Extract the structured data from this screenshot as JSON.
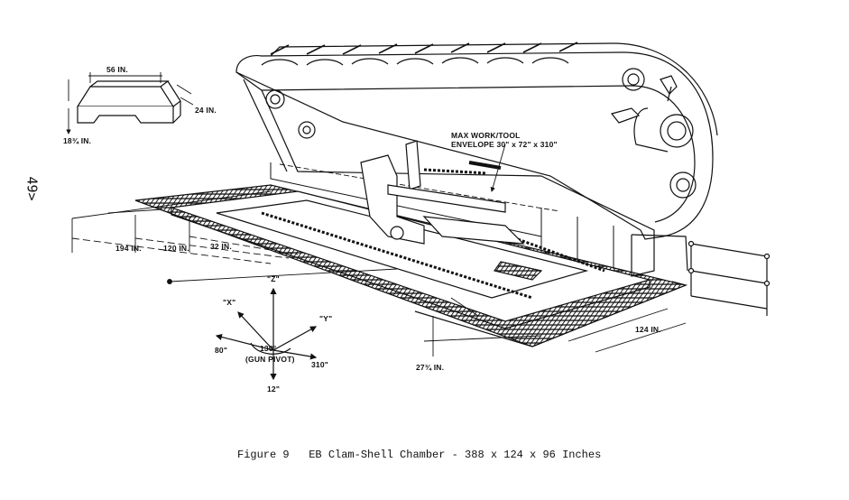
{
  "page_number": "49>",
  "caption": {
    "label": "Figure 9",
    "title": "EB Clam-Shell Chamber - 388 x 124 x 96 Inches"
  },
  "dimensions": {
    "fixture_width": "56 IN.",
    "fixture_depth": "24 IN.",
    "fixture_height": "18¾ IN.",
    "work_envelope_line1": "MAX WORK/TOOL",
    "work_envelope_line2": "ENVELOPE 30\" x 72\" x 310\"",
    "dim_194": "194 IN.",
    "dim_120": "120 IN.",
    "dim_32": "32 IN.",
    "dim_124": "124 IN.",
    "dim_27": "27¾ IN."
  },
  "axes": {
    "z": "\"Z\"",
    "x": "\"X\"",
    "y": "\"Y\"",
    "x_travel": "80\"",
    "y_travel": "310\"",
    "z_travel": "12\"",
    "pivot_angle": "130°",
    "pivot_label": "(GUN PIVOT)"
  }
}
